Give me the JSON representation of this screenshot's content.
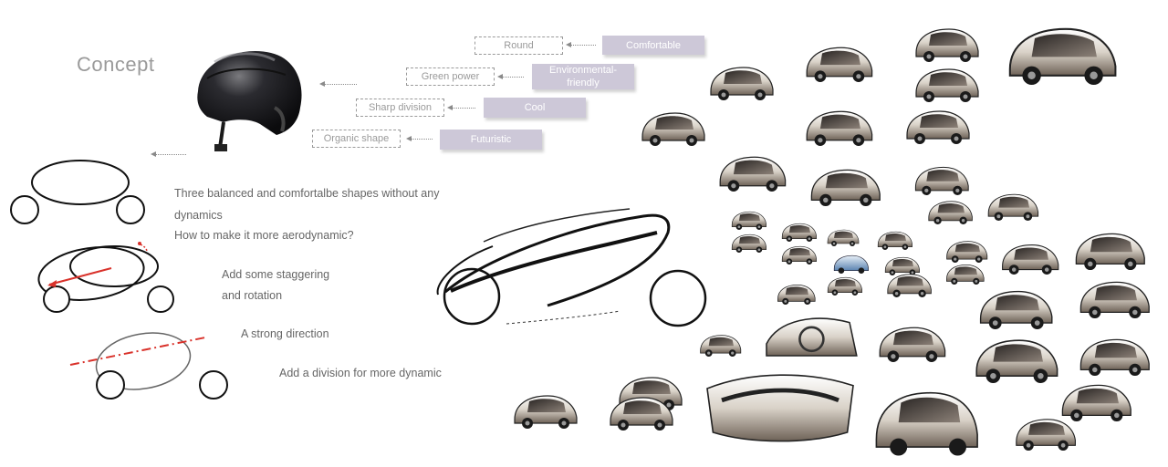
{
  "concept_title": "Concept",
  "attributes": [
    {
      "shape": "Round",
      "quality": "Comfortable"
    },
    {
      "shape": "Green power",
      "quality": "Environmental-friendly"
    },
    {
      "shape": "Sharp division",
      "quality": "Cool"
    },
    {
      "shape": "Organic shape",
      "quality": "Futuristic"
    }
  ],
  "notes": {
    "line1": "Three balanced and comfortalbe shapes without any",
    "line2": "dynamics",
    "line3": "How to make it more aerodynamic?",
    "stagger_1": "Add some staggering",
    "stagger_2": "and rotation",
    "direction": "A strong direction",
    "division": "Add a division for more dynamic"
  },
  "colors": {
    "tag_bg": "#cdc8d8",
    "accent_red": "#d9322b",
    "ink": "#111111"
  },
  "icons": [
    "helmet-image",
    "car-sketch-collage"
  ]
}
